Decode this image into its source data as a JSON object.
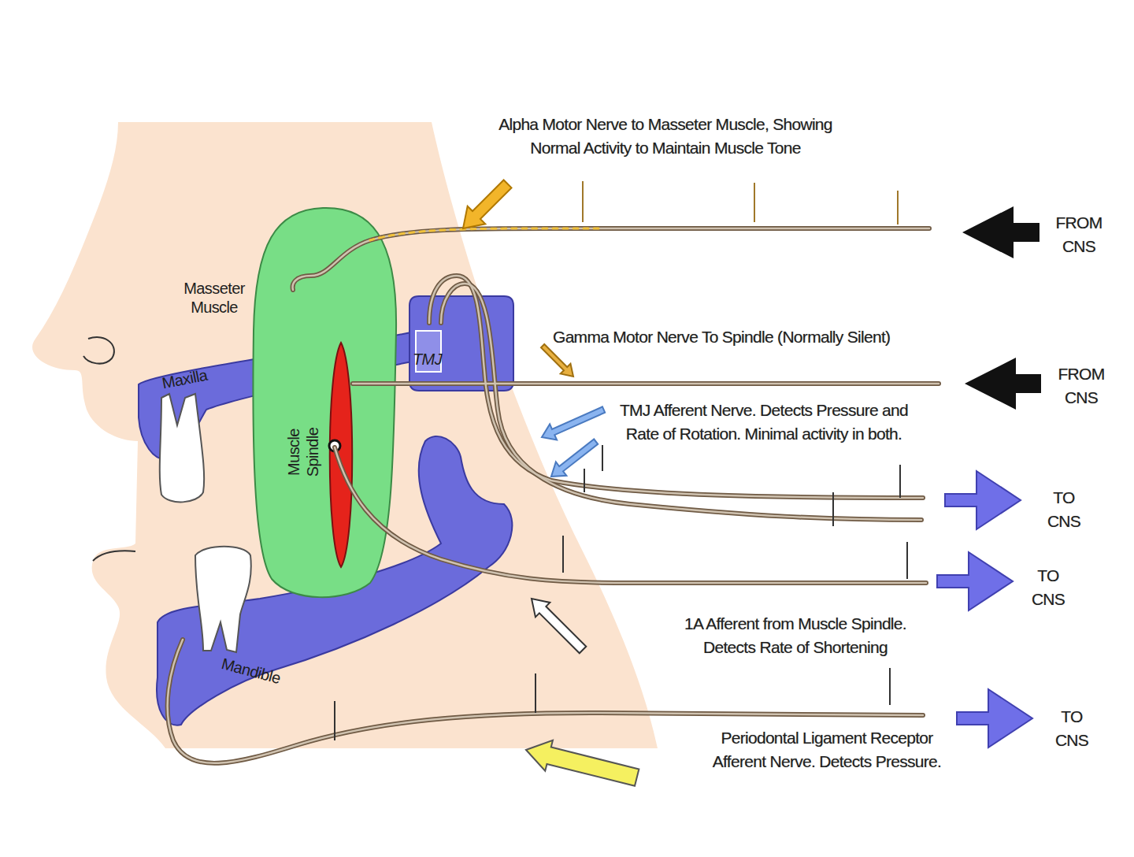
{
  "diagram": {
    "nodes": [
      {
        "text": [
          "Masseter Muscle"
        ]
      },
      {
        "text": [
          "TMJ"
        ]
      },
      {
        "text": [
          "Maxilla"
        ]
      },
      {
        "text": [
          "Muscle Spindle"
        ],
        "in": 0
      },
      {
        "text": [
          "Mandible"
        ]
      }
    ],
    "labels": [
      "Alpha Motor Nerve to Masseter Muscle, Showing Normal Activity to Maintain Muscle Tone",
      "Gamma Motor Nerve To Spindle (Normally Silent)",
      "FROM CNS",
      "FROM CNS",
      "TMJ Afferent Nerve. Detects Pressure and Rate of Rotation. Minimal activity in both.",
      "TO CNS",
      "TO CNS",
      "1A Afferent from Muscle Spindle. Detects Rate of Shortening",
      "TO CNS",
      "Periodontal Ligament Receptor Afferent Nerve. Detects Pressure."
    ]
  }
}
